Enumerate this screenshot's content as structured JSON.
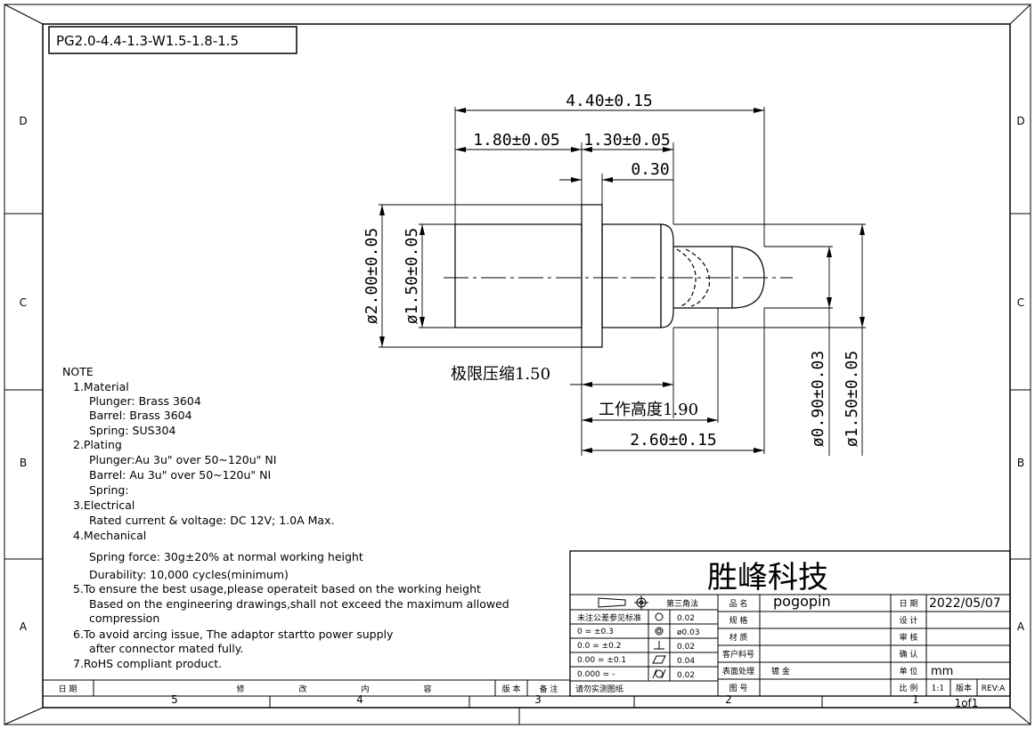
{
  "part_number": "PG2.0-4.4-1.3-W1.5-1.8-1.5",
  "zone_letters": [
    "D",
    "C",
    "B",
    "A"
  ],
  "column_numbers": [
    "5",
    "4",
    "3",
    "2",
    "1"
  ],
  "dimensions": {
    "overall_length": "4.40±0.15",
    "plunger_length": "1.80±0.05",
    "barrel_length": "1.30±0.05",
    "flange_thickness": "0.30",
    "flange_diameter": "ø2.00±0.05",
    "plunger_diameter": "ø1.50±0.05",
    "max_compression": "极限压缩1.50",
    "working_height": "工作高度1.90",
    "barrel_span": "2.60±0.15",
    "tip_diameter": "ø0.90±0.03",
    "barrel_diameter": "ø1.50±0.05"
  },
  "notes": [
    "NOTE",
    "1.Material",
    "Plunger: Brass 3604",
    "Barrel: Brass 3604",
    "Spring: SUS304",
    "2.Plating",
    "Plunger:Au 3u\"   over 50~120u\" NI",
    "Barrel: Au 3u\"   over 50~120u\" NI",
    "Spring:",
    "3.Electrical",
    "Rated current & voltage: DC 12V; 1.0A   Max.",
    "4.Mechanical",
    "Spring force: 30g±20% at normal working height",
    "Durability: 10,000 cycles(minimum)",
    "5.To ensure the best usage,please operateit based on the working height",
    "Based on the engineering drawings,shall not exceed the maximum allowed",
    "compression",
    "6.To avoid arcing issue, The adaptor startto power supply",
    "after connector mated fully.",
    "7.RoHS compliant product."
  ],
  "revision_row": {
    "date": "日 期",
    "modify": "修",
    "change": "改",
    "inner": "内",
    "content": "容",
    "version": "版 本",
    "remark": "备 注"
  },
  "title_block": {
    "company": "胜峰科技",
    "projection": "第三角法",
    "tolerance_header": "未注公差参见标准",
    "tolerances": [
      {
        "spec": "0    =  ±0.3",
        "value": "0.02"
      },
      {
        "spec": "0.0   =  ±0.2",
        "value": "ø0.03"
      },
      {
        "spec": "0.00  =  ±0.1",
        "value": "0.02"
      },
      {
        "spec": "0.000 =  -",
        "value": "0.04"
      },
      {
        "spec": "",
        "value": "0.02"
      }
    ],
    "no_scale_note": "请勿实测图纸",
    "product_name_label": "品 名",
    "product_name": "pogopin",
    "spec_label": "规 格",
    "material_label": "材 质",
    "customer_pn_label": "客户料号",
    "surface_label": "表面处理",
    "surface_value": "镀 金",
    "drawing_no_label": "图 号",
    "date_label": "日 期",
    "date_value": "2022/05/07",
    "design_label": "设 计",
    "review_label": "审 核",
    "confirm_label": "确 认",
    "unit_label": "单 位",
    "unit_value": "mm",
    "scale_label": "比 例",
    "scale_value": "1:1",
    "version_label": "版本",
    "rev_value": "REV:A",
    "sheet_value": "1of1"
  }
}
